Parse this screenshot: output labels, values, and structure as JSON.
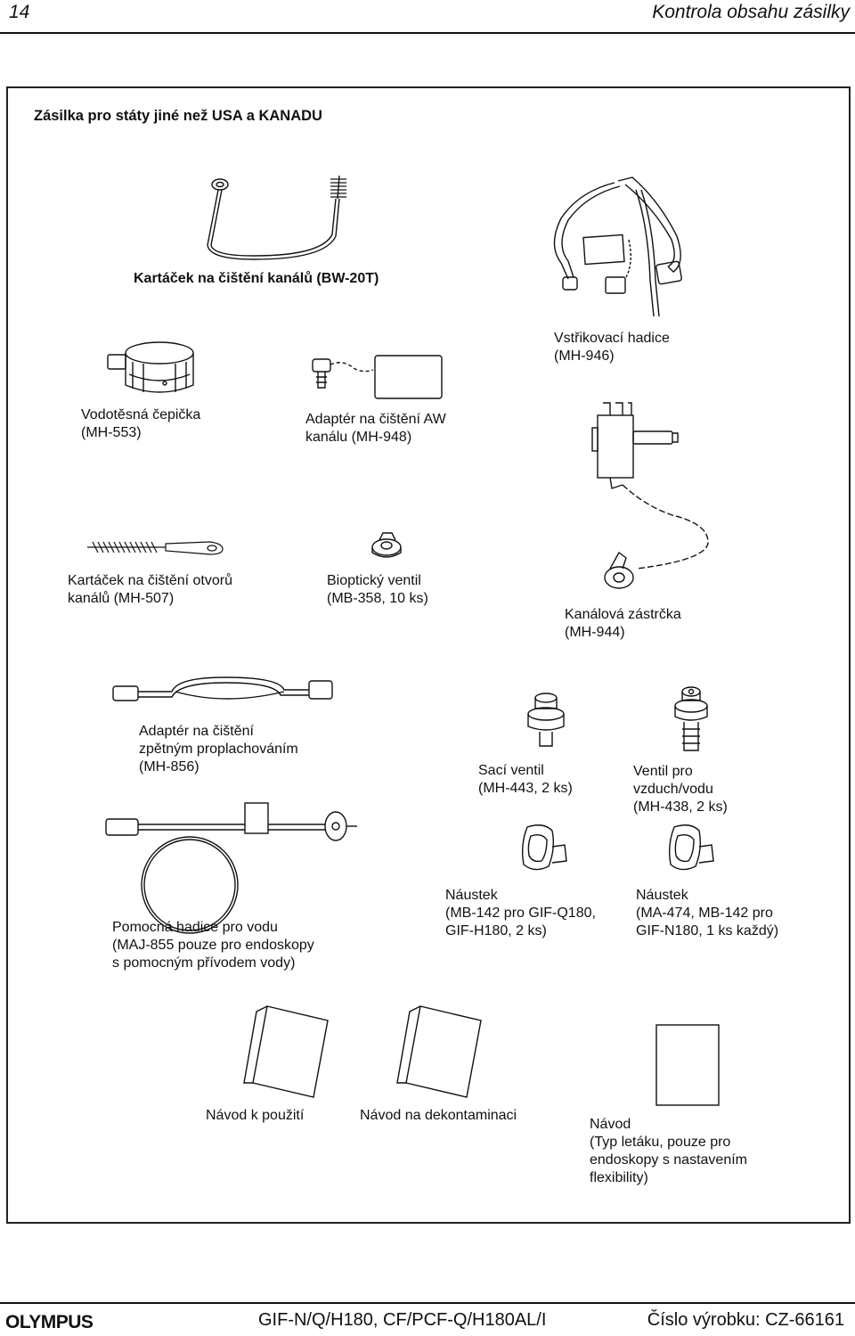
{
  "header": {
    "page_number": "14",
    "title": "Kontrola obsahu zásilky"
  },
  "section": {
    "title": "Zásilka pro státy jiné než USA a KANADU"
  },
  "items": {
    "bw20t": {
      "line1": "Kartáček na čištění kanálů (BW-20T)"
    },
    "mh946": {
      "line1": "Vstřikovací hadice",
      "line2": "(MH-946)"
    },
    "mh553": {
      "line1": "Vodotěsná čepička",
      "line2": "(MH-553)"
    },
    "mh948": {
      "line1": "Adaptér na čištění AW",
      "line2": "kanálu (MH-948)"
    },
    "mh507": {
      "line1": "Kartáček na čištění otvorů",
      "line2": "kanálů (MH-507)"
    },
    "mb358": {
      "line1": "Bioptický ventil",
      "line2": "(MB-358, 10 ks)"
    },
    "mh944": {
      "line1": "Kanálová zástrčka",
      "line2": "(MH-944)"
    },
    "mh856": {
      "line1": "Adaptér na čištění",
      "line2": "zpětným proplachováním",
      "line3": "(MH-856)"
    },
    "mh443": {
      "line1": "Sací ventil",
      "line2": "(MH-443, 2 ks)"
    },
    "mh438": {
      "line1": "Ventil pro",
      "line2": "vzduch/vodu",
      "line3": "(MH-438, 2 ks)"
    },
    "maj855": {
      "line1": "Pomocná hadice pro vodu",
      "line2": "(MAJ-855 pouze pro endoskopy",
      "line3": "s pomocným přívodem vody)"
    },
    "mb142": {
      "line1": "Náustek",
      "line2": "(MB-142 pro GIF-Q180,",
      "line3": "GIF-H180, 2 ks)"
    },
    "ma474": {
      "line1": "Náustek",
      "line2": "(MA-474, MB-142 pro",
      "line3": "GIF-N180, 1 ks každý)"
    },
    "manual_use": {
      "line1": "Návod k použití"
    },
    "manual_decon": {
      "line1": "Návod na dekontaminaci"
    },
    "manual_leaflet": {
      "line1": "Návod",
      "line2": "(Typ letáku, pouze pro",
      "line3": "endoskopy s nastavením",
      "line4": "flexibility)"
    }
  },
  "footer": {
    "logo": "OLYMPUS",
    "model": "GIF-N/Q/H180, CF/PCF-Q/H180AL/I",
    "product_number": "Číslo výrobku: CZ-66161"
  }
}
